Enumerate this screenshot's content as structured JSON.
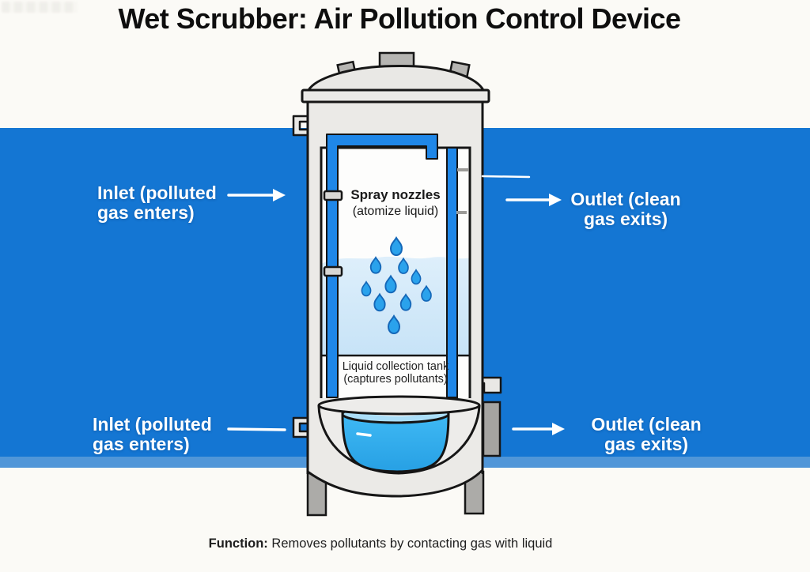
{
  "title": "Wet Scrubber: Air Pollution Control Device",
  "labels": {
    "inlet_top": {
      "line1": "Inlet (polluted",
      "line2": "gas enters)"
    },
    "outlet_top": {
      "line1": "Outlet (clean",
      "line2": "gas exits)"
    },
    "inlet_bottom": {
      "line1": "Inlet (polluted",
      "line2": "gas enters)"
    },
    "outlet_bottom": {
      "line1": "Outlet (clean",
      "line2": "gas exits)"
    }
  },
  "diagram": {
    "spray_label": {
      "line1": "Spray nozzles",
      "line2": "(atomize liquid)"
    },
    "tank_label": {
      "line1": "Liquid collection tank",
      "line2": "(captures pollutants)"
    },
    "droplet_count": 10
  },
  "caption": {
    "prefix": "Function:",
    "text": " Removes pollutants by contacting gas with liquid"
  },
  "colors": {
    "band_blue": "#1476D3",
    "band_strip_blue": "#5096D8",
    "pipe_blue": "#1F87E8",
    "droplet_blue": "#2AA2EC",
    "mist_blue": "#CFE7F9",
    "liquid_blue": "#33B1F0",
    "liquid_surface_blue": "#ABDEF8",
    "vessel_gray": "#EBEAE7",
    "metal_gray": "#B6B5B2",
    "outline": "#161616",
    "label_text": "#FFFFFF",
    "title_text": "#0E0E0E"
  }
}
